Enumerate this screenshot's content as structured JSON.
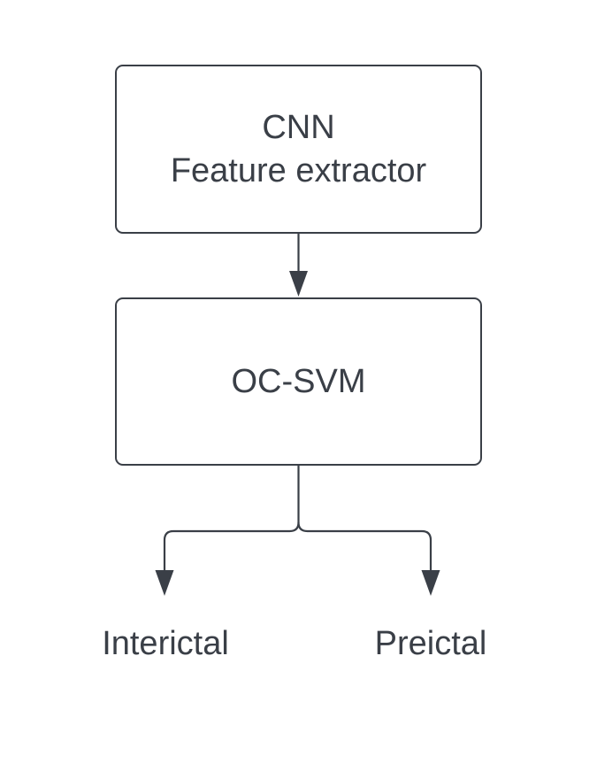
{
  "diagram": {
    "nodes": {
      "cnn": {
        "line1": "CNN",
        "line2": "Feature extractor"
      },
      "ocsvm": {
        "label": "OC-SVM"
      }
    },
    "outputs": {
      "interictal": "Interictal",
      "preictal": "Preictal"
    },
    "colors": {
      "stroke": "#3a3f47",
      "text": "#3a3f47",
      "background": "#ffffff"
    }
  }
}
